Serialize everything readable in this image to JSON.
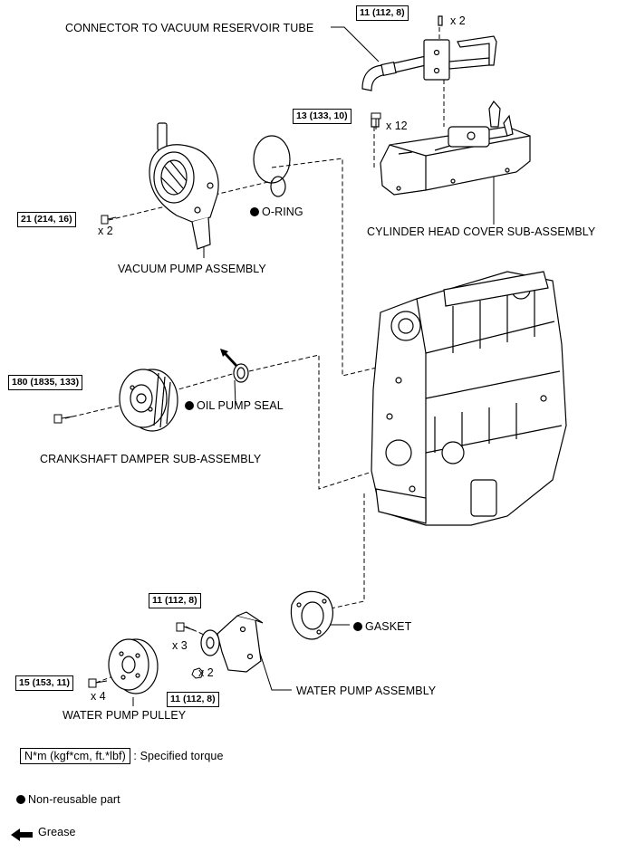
{
  "labels": {
    "connector": "CONNECTOR TO VACUUM RESERVOIR TUBE",
    "cyl_head_cover": "CYLINDER HEAD COVER SUB-ASSEMBLY",
    "o_ring": "O-RING",
    "vacuum_pump": "VACUUM PUMP ASSEMBLY",
    "oil_pump_seal": "OIL PUMP SEAL",
    "crankshaft_damper": "CRANKSHAFT DAMPER SUB-ASSEMBLY",
    "gasket": "GASKET",
    "water_pump": "WATER PUMP ASSEMBLY",
    "water_pump_pulley": "WATER PUMP PULLEY"
  },
  "torques": {
    "connector_bolt": "11 (112, 8)",
    "head_cover_bolt": "13 (133, 10)",
    "vacuum_pump_bolt": "21 (214, 16)",
    "damper_bolt": "180 (1835, 133)",
    "water_pump_bolt": "11 (112, 8)",
    "water_pump_nut": "11 (112, 8)",
    "pulley_bolt": "15 (153, 11)"
  },
  "quantities": {
    "connector_bolt": "x 2",
    "head_cover_bolt": "x 12",
    "vacuum_pump_bolt": "x 2",
    "water_pump_bolt": "x 3",
    "water_pump_nut": "x 2",
    "pulley_bolt": "x 4"
  },
  "legend": {
    "torque_unit": "N*m (kgf*cm, ft.*lbf)",
    "torque_desc": ": Specified torque",
    "non_reusable": "Non-reusable part",
    "grease": "Grease"
  }
}
